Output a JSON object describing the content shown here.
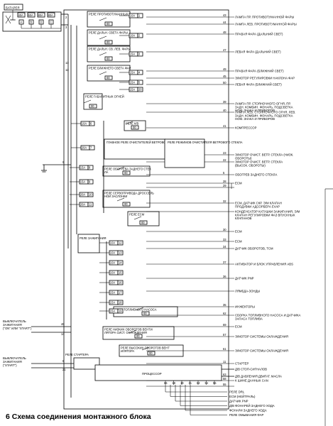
{
  "battery_label": "БАТАРЕЯ",
  "fuses_top": [
    "40A",
    "60A",
    "80A",
    "80A"
  ],
  "fuse_top_refs": [
    "A",
    "B",
    "D",
    "C"
  ],
  "relays": [
    "РЕЛЕ ПРОТИВОТУМАННЫХ ФАР",
    "РЕЛЕ ДАЛЬН. СВЕТА ФАРЫ",
    "РЕЛЕ ДАЛЬН. СВ. ЛЕВ. ФАРЫ",
    "РЕЛЕ БЛИЖНЕГО СВЕТА ФАР",
    "РЕЛЕ ГАБАРИТНЫХ ОГНЕЙ",
    "РЕЛЕ К/В",
    "ГЛАВНОЕ РЕЛЕ ОЧИСТИТЕЛЕЙ ВЕТРОВОГО СТЕКЛА",
    "РЕЛЕ РЕЖИМОВ ОЧИСТИТЕЛЯ ВЕТРОВОГО СТЕКЛА",
    "РЕЛЕ ОБОГРЕВА ЗАДНЕГО СТЕКЛА",
    "РЕЛЕ СЕРВОПРИВОДА ДРОССЕЛЬНОЙ ЗАСЛОНКИ",
    "РЕЛЕ ECM",
    "РЕЛЕ ЗАЖИГАНИЯ",
    "РЕЛЕ ТОПЛИВНОГО НАСОСА",
    "РЕЛЕ НИЗКИХ ОБОРОТОВ ВЕНТИЛЯТОРА СИСТ. ОХЛАЖДЕНИЯ",
    "РЕЛЕ ВЫСОКИХ ОБОРОТОВ ВЕНТИЛЯТОРА",
    "РЕЛЕ СТАРТЕРА"
  ],
  "relay_ids": [
    "00",
    "00",
    "00",
    "00",
    "00",
    "00",
    "00",
    "00",
    "00",
    "00",
    "00",
    "00",
    "00",
    "00",
    "00",
    "00",
    "00",
    "00",
    "00"
  ],
  "fuses_main": [
    "10A",
    "10A",
    "15A",
    "15A",
    "15A",
    "10A",
    "20A",
    "15A",
    "15A",
    "20A",
    "20A",
    "10A",
    "10A",
    "10A",
    "10A",
    "10A",
    "15A",
    "15A",
    "15A",
    "15A"
  ],
  "fuse_refs": [
    "1",
    "2",
    "3",
    "4",
    "5",
    "6",
    "7",
    "8",
    "9",
    "10",
    "11",
    "12",
    "13",
    "14",
    "15",
    "16",
    "17",
    "18",
    "19",
    "20"
  ],
  "outputs": [
    {
      "pin": "43",
      "label": "ЛАМПА ПР. ПРОТИВОТУМАННОЙ ФАРЫ"
    },
    {
      "pin": "44",
      "label": "ЛАМПА ЛЕВ. ПРОТИВОТУМАННОЙ ФАРЫ"
    },
    {
      "pin": "48",
      "label": "ПРАВАЯ ФАРА (ДАЛЬНИЙ СВЕТ)"
    },
    {
      "pin": "47",
      "label": "ЛЕВАЯ ФАРА (ДАЛЬНИЙ СВЕТ)"
    },
    {
      "pin": "49",
      "label": "ПРАВАЯ ФАРА (БЛИЖНИЙ СВЕТ)"
    },
    {
      "pin": "45",
      "label": "Э/МОТОР РЕГУЛИРОВКИ НАКЛОНА ФАР"
    },
    {
      "pin": "50",
      "label": "ЛЕВАЯ ФАРА (БЛИЖНИЙ СВЕТ)"
    },
    {
      "pin": "39",
      "label": "ЛАМПА ПР. СТОЯНОЧНОГО ОГНЯ, ПР. ЗАДН. КОМБИН. ФОНАРЬ, ПОДСВЕТКА НОМ. ЗНАКА И ПРИБОРОВ"
    },
    {
      "pin": "40",
      "label": "ЛАМПА ЛЕВ. СТОЯНОЧНОГО ОГНЯ, ЛЕВ. ЗАДН. КОМБИН. ФОНАРЬ, ПОДСВЕТКА НОМ. ЗНАКА И ПРИБОРОВ"
    },
    {
      "pin": "41",
      "label": "КОМПРЕССОР"
    },
    {
      "pin": "23",
      "label": "Э/МОТОР ОЧИСТ. ВЕТР. СТЕКЛА (НИЗК. ОБОРОТЫ)"
    },
    {
      "pin": "22",
      "label": "Э/МОТОР ОЧИСТ. ВЕТР. СТЕКЛА (ВЫСОК. ОБОРОТЫ)"
    },
    {
      "pin": "5",
      "label": "ОБОГРЕВ ЗАДНЕГО СТЕКЛА"
    },
    {
      "pin": "28",
      "label": "ECM"
    },
    {
      "pin": "29",
      "label": ""
    },
    {
      "pin": "32",
      "label": "ECM, ДАТЧИК СКР. Э/М КЛАПАН ПРОДУВКИ АДСОРБЕРА EVAP"
    },
    {
      "pin": "",
      "label": "КОНДЕНСАТОР КАТУШКИ ЗАЖИГАНИЯ, Э/М КЛАПАН РЕГУЛИРОВКИ ФАЗ ВПУСКНЫХ КЛАПАНОВ"
    },
    {
      "pin": "30",
      "label": "ECM"
    },
    {
      "pin": "33",
      "label": "ECM"
    },
    {
      "pin": "34",
      "label": "ДАТЧИК ОБОРОТОВ, TCM"
    },
    {
      "pin": "37",
      "label": "АКТИВАТОР И БЛОК УПРАВЛЕНИЯ ABS"
    },
    {
      "pin": "36",
      "label": "ДАТЧИК PNP"
    },
    {
      "pin": "",
      "label": "ЛЯМБДА-ЗОНДЫ"
    },
    {
      "pin": "35",
      "label": "ИНЖЕКТОРЫ"
    },
    {
      "pin": "62",
      "label": "СБОРКА ТОПЛИВНОГО НАСОСА И ДАТЧИКА ЗАПАСА ТОПЛИВА"
    },
    {
      "pin": "69",
      "label": "ECM"
    },
    {
      "pin": "57",
      "label": "Э/МОТОР СИСТЕМЫ ОХЛАЖДЕНИЯ"
    },
    {
      "pin": "61",
      "label": "Э/МОТОР СИСТЕМЫ ОХЛАЖДЕНИЯ"
    },
    {
      "pin": "11",
      "label": "СТАРТЕР"
    },
    {
      "pin": "",
      "label": "Д/В СТОП-СИГНАЛОВ"
    },
    {
      "pin": "63",
      "label": "Д/В ДАВЛЕНИЯ ДВИГАТ. МАСЛА"
    },
    {
      "pin": "58",
      "label": "К ШИНЕ ДАННЫХ CAN"
    },
    {
      "pin": "55",
      "label": ""
    }
  ],
  "bottom_outputs": [
    "РЕЛЕ DRL",
    "ECM (НЕЙТРАЛЬ)",
    "ДАТЧИК PNP",
    "Д/В ФОНАРЕЙ ЗАДНЕГО ХОДА",
    "ФОНАРИ ЗАДНЕГО ХОДА",
    "РЕЛЕ ОМЫВАНИЯ ФАР"
  ],
  "processor_label": "ПРОЦЕССОР",
  "processor_pins": [
    "66",
    "18",
    "19",
    "31",
    "64",
    "54",
    "56"
  ],
  "left_labels": {
    "ignition_switch": "ВЫКЛЮЧАТЕЛЬ ЗАЖИГАНИЯ (\"ON\" ИЛИ \"START\")",
    "start_switch": "ВЫКЛЮЧАТЕЛЬ ЗАЖИГАНИЯ (\"START\")"
  },
  "left_pins": [
    "2",
    "3",
    "13",
    "12",
    "46",
    "14",
    "8",
    "21",
    "9"
  ],
  "caption": "6  Схема соединения монтажного блока"
}
